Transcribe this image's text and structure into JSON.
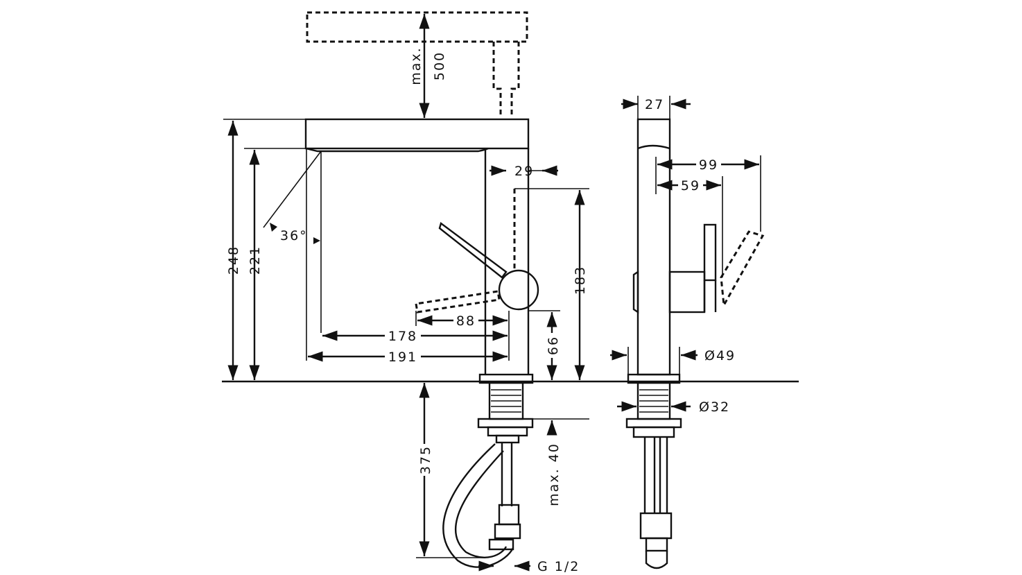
{
  "dimensions": {
    "max_500_top": "max.",
    "max_500_value": "500",
    "h248": "248",
    "h221": "221",
    "angle36": "36°",
    "w29": "29",
    "h183": "183",
    "w88": "88",
    "w178": "178",
    "w191": "191",
    "h66": "66",
    "h375": "375",
    "max40": "max. 40",
    "thread": "G 1/2",
    "w27": "27",
    "w99": "99",
    "w59": "59",
    "d49": "Ø49",
    "d32": "Ø32"
  }
}
